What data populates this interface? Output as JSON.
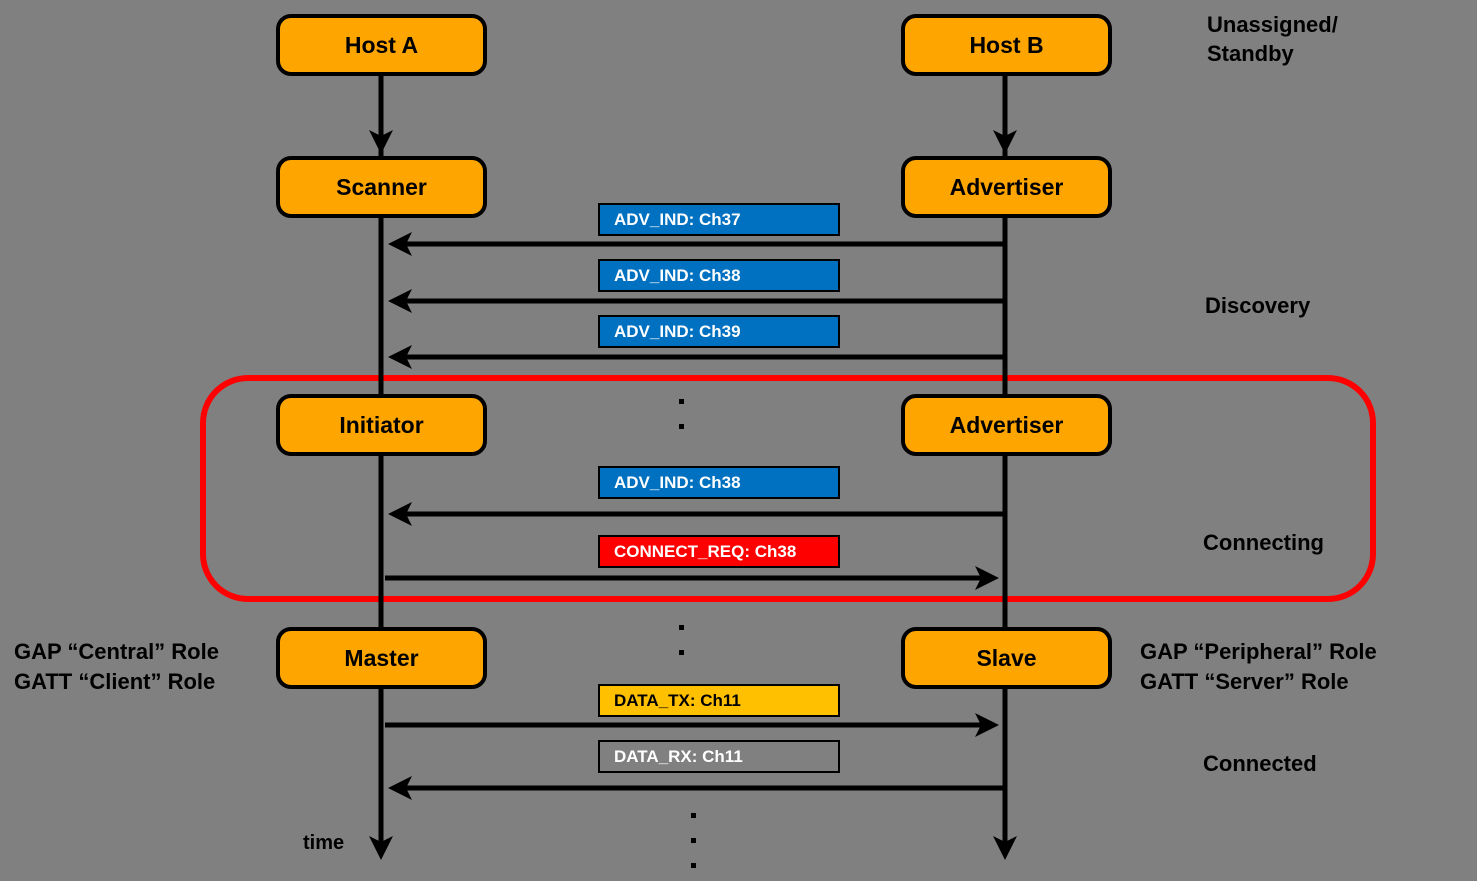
{
  "colors": {
    "background": "#808080",
    "role_box_fill": "#FFA500",
    "advertising_msg_fill": "#0070C0",
    "connect_req_msg_fill": "#FF0000",
    "data_tx_msg_fill": "#FFC000",
    "data_rx_msg_fill": "#808080",
    "highlight_outline": "#FF0000"
  },
  "roles": {
    "host_a": "Host A",
    "host_b": "Host B",
    "scanner": "Scanner",
    "advertiser_discovery": "Advertiser",
    "initiator": "Initiator",
    "advertiser_connecting": "Advertiser",
    "master": "Master",
    "slave": "Slave"
  },
  "messages": [
    {
      "label": "ADV_IND: Ch37",
      "direction": "to-host-a"
    },
    {
      "label": "ADV_IND: Ch38",
      "direction": "to-host-a"
    },
    {
      "label": "ADV_IND: Ch39",
      "direction": "to-host-a"
    },
    {
      "label": "ADV_IND: Ch38",
      "direction": "to-host-a"
    },
    {
      "label": "CONNECT_REQ: Ch38",
      "direction": "to-host-b"
    },
    {
      "label": "DATA_TX: Ch11",
      "direction": "to-host-b"
    },
    {
      "label": "DATA_RX: Ch11",
      "direction": "to-host-a"
    }
  ],
  "phases": {
    "standby_line1": "Unassigned/",
    "standby_line2": "Standby",
    "discovery": "Discovery",
    "connecting": "Connecting",
    "connected": "Connected"
  },
  "annotations": {
    "gap_central": "GAP “Central” Role",
    "gatt_client": "GATT “Client” Role",
    "gap_peripheral": "GAP “Peripheral” Role",
    "gatt_server": "GATT “Server” Role",
    "time": "time"
  }
}
